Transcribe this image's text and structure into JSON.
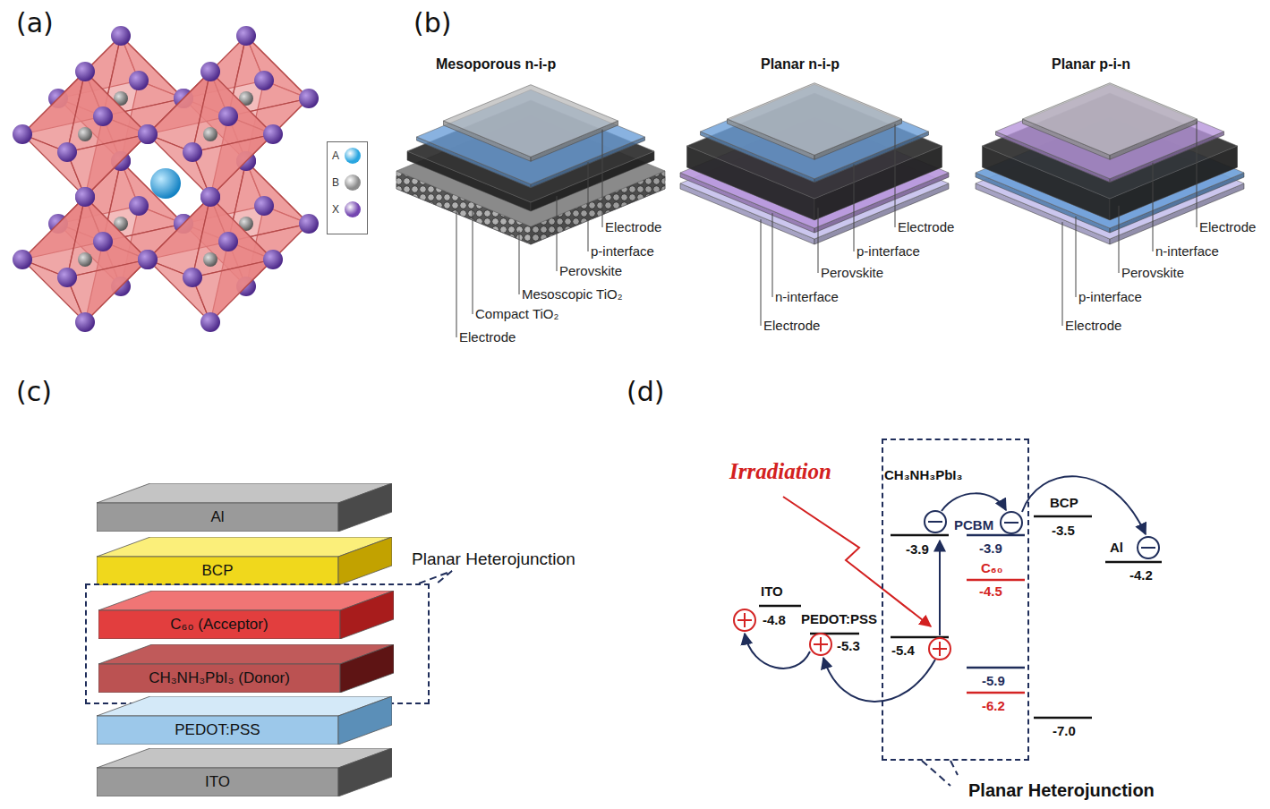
{
  "diagram": {
    "nodes": [
      {
        "text": [
          "Al"
        ]
      },
      {
        "text": [
          "BCP"
        ]
      },
      {
        "text": [
          "Planar Heterojunction"
        ]
      },
      {
        "text": [
          "C₆₀ (Acceptor)"
        ],
        "in": 2
      },
      {
        "text": [
          "CH₃NH₃PbI₃ (Donor)"
        ],
        "in": 2
      },
      {
        "text": [
          "PEDOT:PSS"
        ]
      },
      {
        "text": [
          "ITO"
        ]
      },
      {
        "text": [
          "Planar Heterojunction"
        ]
      }
    ],
    "labels": [
      "(a)",
      "(b)",
      "Mesoporous n-i-p",
      "Planar n-i-p",
      "Planar p-i-n",
      "Electrode",
      "p-interface",
      "Perovskite",
      "Mesoscopic TiO₂",
      "Compact TiO₂",
      "Electrode",
      "Electrode",
      "p-interface",
      "Perovskite",
      "n-interface",
      "Electrode",
      "Electrode",
      "n-interface",
      "Perovskite",
      "p-interface",
      "Electrode",
      "(c)",
      "(d)",
      "Irradiation",
      "CH₃NH₃PbI₃",
      "PCBM",
      "-3.9",
      "-3.9",
      "C₆₀",
      "-4.5",
      "BCP",
      "-3.5",
      "Al",
      "-4.2",
      "ITO",
      "-4.8",
      "PEDOT:PSS",
      "-5.3",
      "-5.4",
      "-5.9",
      "-6.2",
      "-7.0"
    ],
    "legend": [
      {
        "text": "A",
        "color": "#2aa6e0"
      },
      {
        "text": "B",
        "color": "#8c8c8c"
      },
      {
        "text": "X",
        "color": "#7446b0"
      }
    ]
  }
}
